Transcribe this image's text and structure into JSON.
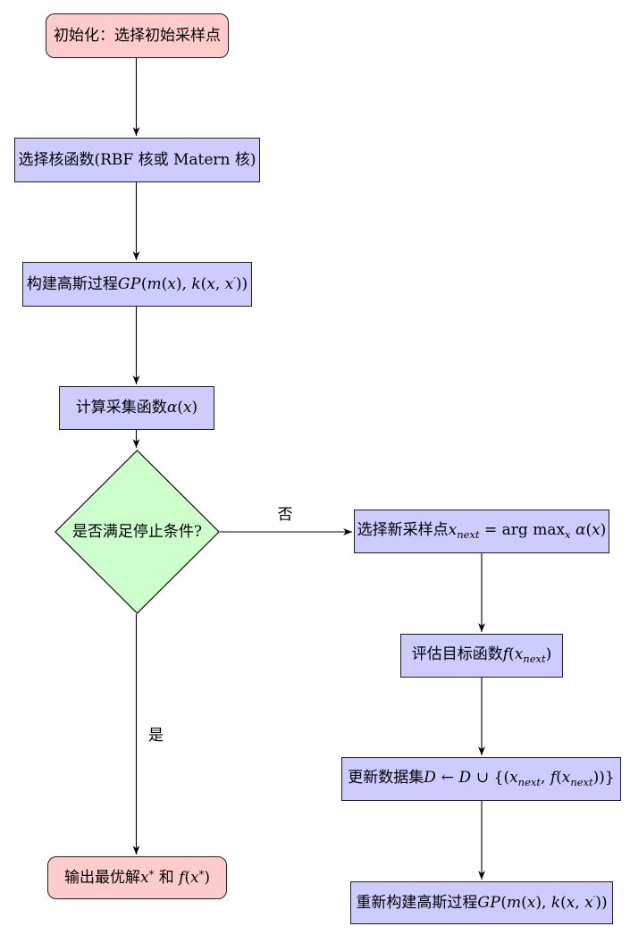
{
  "colors": {
    "background": "#ffffff",
    "terminal_fill": "#ffcccc",
    "process_fill": "#ccccff",
    "decision_fill": "#ccffcc",
    "border_color": "#1f1f1f",
    "arrow_color": "#000000"
  },
  "nodes": [
    {
      "id": "start",
      "shape": "terminator",
      "label": "初始化：选择初始采样点",
      "parts": [
        {
          "t": "初始化：选择初始采样点"
        }
      ]
    },
    {
      "id": "kernel",
      "shape": "process",
      "label": "选择核函数(RBF 核或 Matern 核)",
      "parts": [
        {
          "t": "选择核函数(RBF 核或 Matern 核)"
        }
      ]
    },
    {
      "id": "gp",
      "shape": "process",
      "label": "构建高斯过程GP(m(x), k(x, x′))",
      "parts": [
        {
          "t": "构建高斯过程"
        },
        {
          "k": "scr",
          "t": "GP"
        },
        {
          "t": "("
        },
        {
          "k": "i",
          "t": "m"
        },
        {
          "t": "("
        },
        {
          "k": "i",
          "t": "x"
        },
        {
          "t": "), "
        },
        {
          "k": "i",
          "t": "k"
        },
        {
          "t": "("
        },
        {
          "k": "i",
          "t": "x"
        },
        {
          "t": ", "
        },
        {
          "k": "i",
          "t": "x"
        },
        {
          "k": "sup",
          "t": "′"
        },
        {
          "t": "))"
        }
      ]
    },
    {
      "id": "acquisition",
      "shape": "process",
      "label": "计算采集函数α(x)",
      "parts": [
        {
          "t": "计算采集函数"
        },
        {
          "k": "i",
          "t": "α"
        },
        {
          "t": "("
        },
        {
          "k": "i",
          "t": "x"
        },
        {
          "t": ")"
        }
      ]
    },
    {
      "id": "decision",
      "shape": "decision",
      "label": "是否满足停止条件?",
      "parts": [
        {
          "t": "是否满足停止条件?"
        }
      ]
    },
    {
      "id": "next",
      "shape": "process",
      "label": "选择新采样点x_next = arg max_x α(x)",
      "parts": [
        {
          "t": "选择新采样点"
        },
        {
          "k": "i",
          "t": "x"
        },
        {
          "k": "sub",
          "t": "next"
        },
        {
          "t": " = arg max"
        },
        {
          "k": "sub",
          "t": "x"
        },
        {
          "t": " "
        },
        {
          "k": "i",
          "t": "α"
        },
        {
          "t": "("
        },
        {
          "k": "i",
          "t": "x"
        },
        {
          "t": ")"
        }
      ]
    },
    {
      "id": "evaluate",
      "shape": "process",
      "label": "评估目标函数f(x_next)",
      "parts": [
        {
          "t": "评估目标函数"
        },
        {
          "k": "i",
          "t": "f"
        },
        {
          "t": "("
        },
        {
          "k": "i",
          "t": "x"
        },
        {
          "k": "sub",
          "t": "next"
        },
        {
          "t": ")"
        }
      ]
    },
    {
      "id": "update",
      "shape": "process",
      "label": "更新数据集D ← D ∪ {(x_next, f(x_next))}",
      "parts": [
        {
          "t": "更新数据集"
        },
        {
          "k": "scr",
          "t": "D"
        },
        {
          "t": " ← "
        },
        {
          "k": "scr",
          "t": "D"
        },
        {
          "t": " ∪ {("
        },
        {
          "k": "i",
          "t": "x"
        },
        {
          "k": "sub",
          "t": "next"
        },
        {
          "t": ", "
        },
        {
          "k": "i",
          "t": "f"
        },
        {
          "t": "("
        },
        {
          "k": "i",
          "t": "x"
        },
        {
          "k": "sub",
          "t": "next"
        },
        {
          "t": "))}"
        }
      ]
    },
    {
      "id": "rebuild",
      "shape": "process",
      "label": "重新构建高斯过程GP(m(x), k(x, x′))",
      "parts": [
        {
          "t": "重新构建高斯过程"
        },
        {
          "k": "scr",
          "t": "GP"
        },
        {
          "t": "("
        },
        {
          "k": "i",
          "t": "m"
        },
        {
          "t": "("
        },
        {
          "k": "i",
          "t": "x"
        },
        {
          "t": "), "
        },
        {
          "k": "i",
          "t": "k"
        },
        {
          "t": "("
        },
        {
          "k": "i",
          "t": "x"
        },
        {
          "t": ", "
        },
        {
          "k": "i",
          "t": "x"
        },
        {
          "k": "sup",
          "t": "′"
        },
        {
          "t": "))"
        }
      ]
    },
    {
      "id": "output",
      "shape": "terminator",
      "label": "输出最优解x* 和 f(x*)",
      "parts": [
        {
          "t": "输出最优解"
        },
        {
          "k": "i",
          "t": "x"
        },
        {
          "k": "sup",
          "t": "*"
        },
        {
          "t": " 和 "
        },
        {
          "k": "i",
          "t": "f"
        },
        {
          "t": "("
        },
        {
          "k": "i",
          "t": "x"
        },
        {
          "k": "sup",
          "t": "*"
        },
        {
          "t": ")"
        }
      ]
    }
  ],
  "edges": [
    {
      "from": "start",
      "to": "kernel",
      "label": ""
    },
    {
      "from": "kernel",
      "to": "gp",
      "label": ""
    },
    {
      "from": "gp",
      "to": "acquisition",
      "label": ""
    },
    {
      "from": "acquisition",
      "to": "decision",
      "label": ""
    },
    {
      "from": "decision",
      "to": "next",
      "label": "否"
    },
    {
      "from": "next",
      "to": "evaluate",
      "label": ""
    },
    {
      "from": "evaluate",
      "to": "update",
      "label": ""
    },
    {
      "from": "update",
      "to": "rebuild",
      "label": ""
    },
    {
      "from": "decision",
      "to": "output",
      "label": "是"
    }
  ]
}
